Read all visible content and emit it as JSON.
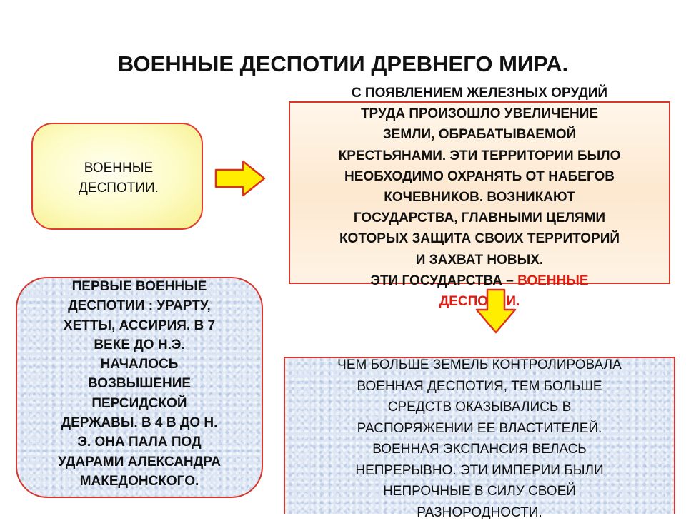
{
  "title": "ВОЕННЫЕ ДЕСПОТИИ ДРЕВНЕГО МИРА.",
  "box_main": {
    "lines": [
      "ВОЕННЫЕ",
      "ДЕСПОТИИ."
    ]
  },
  "box_origin": {
    "lines": [
      "С ПОЯВЛЕНИЕМ  ЖЕЛЕЗНЫХ ОРУДИЙ",
      "ТРУДА ПРОИЗОШЛО УВЕЛИЧЕНИЕ",
      "ЗЕМЛИ, ОБРАБАТЫВАЕМОЙ",
      "КРЕСТЬЯНАМИ. ЭТИ ТЕРРИТОРИИ  БЫЛО",
      "НЕОБХОДИМО ОХРАНЯТЬ ОТ НАБЕГОВ",
      "КОЧЕВНИКОВ. ВОЗНИКАЮТ",
      "ГОСУДАРСТВА, ГЛАВНЫМИ ЦЕЛЯМИ",
      "КОТОРЫХ ЗАЩИТА  СВОИХ ТЕРРИТОРИЙ",
      "И ЗАХВАТ НОВЫХ."
    ],
    "last_prefix": "ЭТИ ГОСУДАРСТВА – ",
    "last_highlight_a": "ВОЕННЫЕ",
    "last_highlight_b": "ДЕСПОТИИ."
  },
  "box_first": {
    "lines": [
      "ПЕРВЫЕ ВОЕННЫЕ",
      "ДЕСПОТИИ : УРАРТУ,",
      "ХЕТТЫ, АССИРИЯ. В 7",
      "ВЕКЕ ДО Н.Э.",
      "НАЧАЛОСЬ",
      "ВОЗВЫШЕНИЕ",
      "ПЕРСИДСКОЙ",
      "ДЕРЖАВЫ. В 4 В ДО Н.",
      "Э. ОНА ПАЛА ПОД",
      "УДАРАМИ  АЛЕКСАНДРА",
      "МАКЕДОНСКОГО."
    ]
  },
  "box_expansion": {
    "lines": [
      "ЧЕМ БОЛЬШЕ  ЗЕМЕЛЬ КОНТРОЛИРОВАЛА",
      "ВОЕННАЯ ДЕСПОТИЯ, ТЕМ БОЛЬШЕ",
      "СРЕДСТВ ОКАЗЫВАЛИСЬ  В",
      "РАСПОРЯЖЕНИИ ЕЕ  ВЛАСТИТЕЛЕЙ.",
      "ВОЕННАЯ ЭКСПАНСИЯ  ВЕЛАСЬ",
      "НЕПРЕРЫВНО. ЭТИ ИМПЕРИИ БЫЛИ",
      "НЕПРОЧНЫЕ  В СИЛУ СВОЕЙ",
      "РАЗНОРОДНОСТИ."
    ]
  },
  "colors": {
    "border": "#d8352b",
    "arrow_fill": "#ffee00",
    "arrow_stroke": "#e0301f",
    "highlight": "#e01b10"
  }
}
